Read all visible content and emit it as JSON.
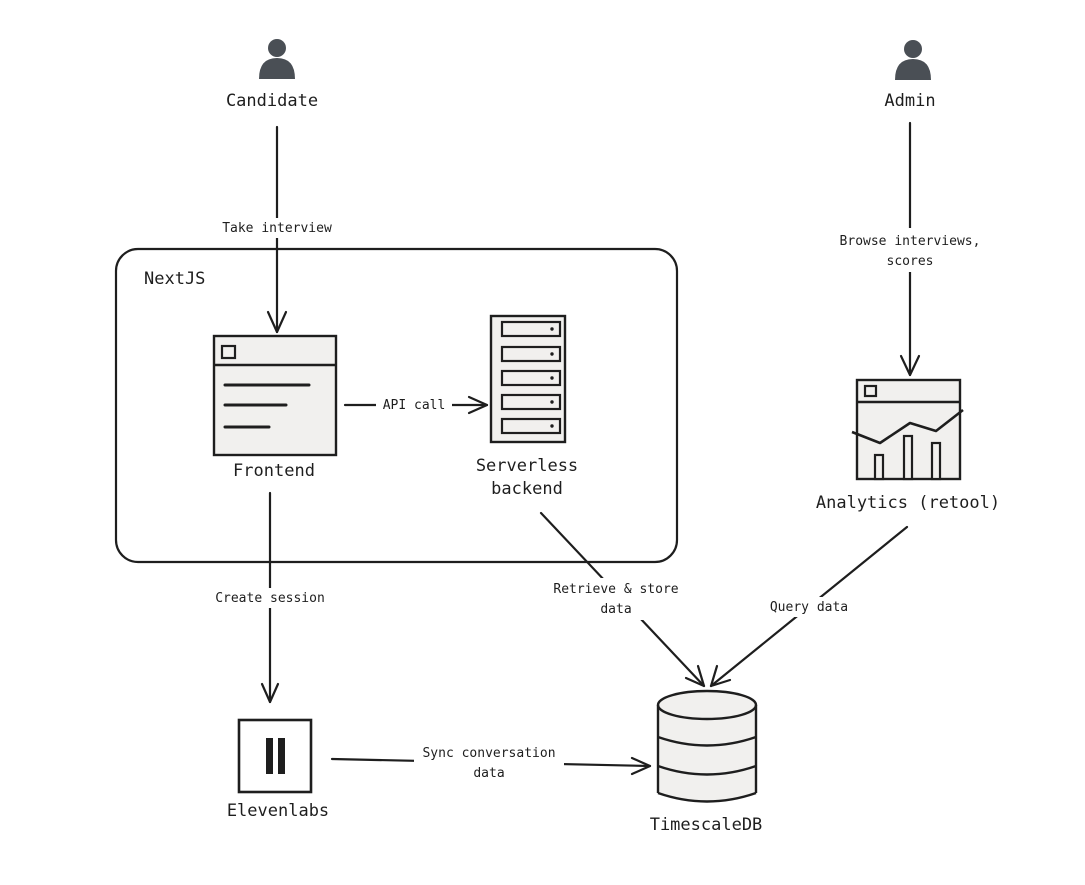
{
  "container": {
    "label": "NextJS"
  },
  "nodes": {
    "candidate": {
      "label": "Candidate",
      "icon": "person-icon"
    },
    "admin": {
      "label": "Admin",
      "icon": "person-icon"
    },
    "frontend": {
      "label": "Frontend",
      "icon": "browser-window-icon"
    },
    "backend": {
      "line1": "Serverless",
      "line2": "backend",
      "icon": "server-rack-icon"
    },
    "analytics": {
      "label": "Analytics (retool)",
      "icon": "dashboard-chart-icon"
    },
    "elevenlabs": {
      "label": "Elevenlabs",
      "icon": "elevenlabs-logo-icon"
    },
    "timescale": {
      "label": "TimescaleDB",
      "icon": "database-icon"
    }
  },
  "edges": {
    "take_interview": "Take interview",
    "api_call": "API call",
    "browse_line1": "Browse interviews,",
    "browse_line2": "scores",
    "create_session": "Create session",
    "retrieve_line1": "Retrieve & store",
    "retrieve_line2": "data",
    "query_data": "Query data",
    "sync_line1": "Sync conversation",
    "sync_line2": "data"
  },
  "colors": {
    "stroke": "#1e1e1e",
    "person_fill": "#4a4f55",
    "box_fill": "#f1f0ee",
    "background": "#ffffff"
  }
}
